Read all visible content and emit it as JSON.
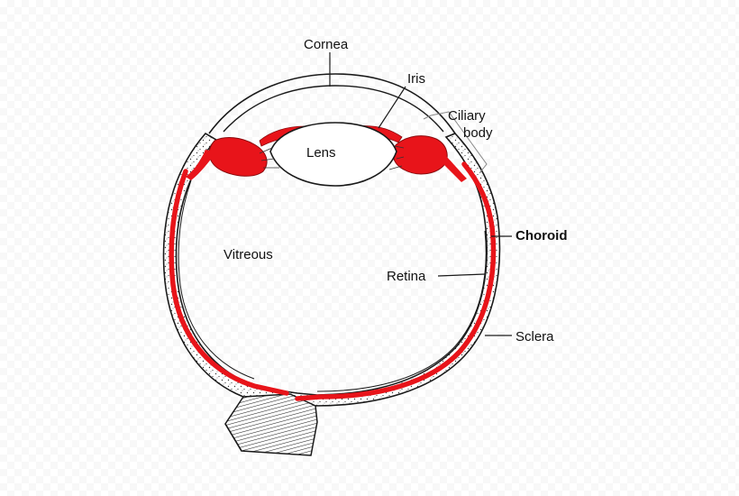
{
  "labels": {
    "cornea": "Cornea",
    "iris": "Iris",
    "ciliary_line1": "Ciliary",
    "ciliary_line2": "body",
    "lens": "Lens",
    "choroid": "Choroid",
    "vitreous": "Vitreous",
    "retina": "Retina",
    "sclera": "Sclera"
  },
  "colors": {
    "choroid_red": "#e8141a",
    "outline": "#1a1a1a",
    "stipple": "#3a3a3a"
  }
}
